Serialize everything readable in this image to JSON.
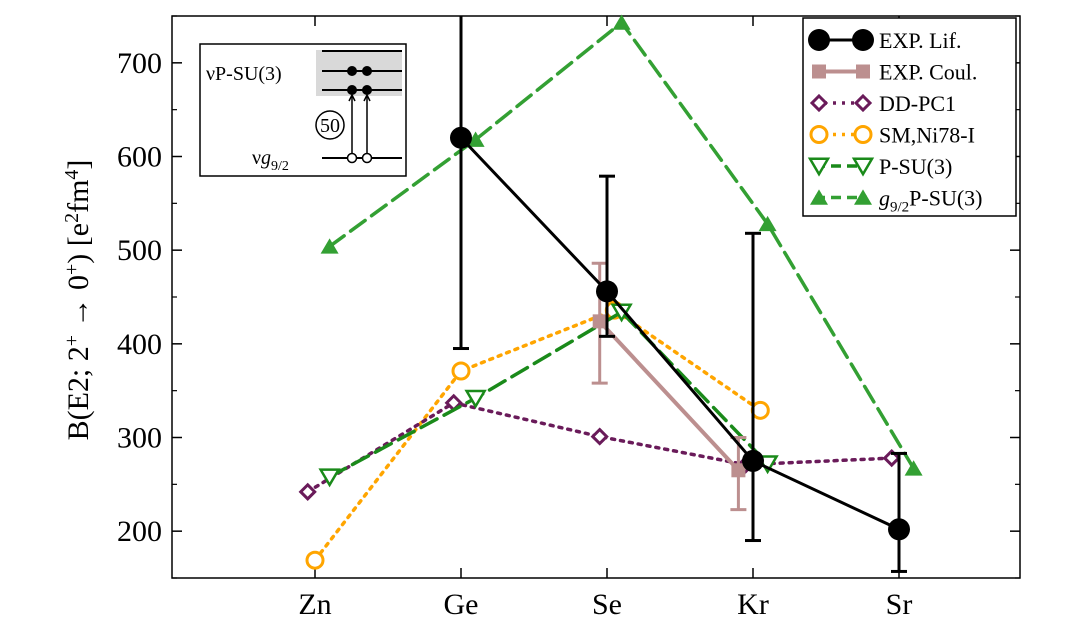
{
  "chart_data": {
    "type": "line",
    "title": "",
    "xlabel": "",
    "ylabel": {
      "base": "B(E2; 2",
      "sup1": "+",
      "arrow": " → 0",
      "sup2": "+",
      "mid": ") [e",
      "sup3": "2",
      "mid2": "fm",
      "sup4": "4",
      "end": "]"
    },
    "categories": [
      "Zn",
      "Ge",
      "Se",
      "Kr",
      "Sr"
    ],
    "ylim": [
      150,
      750
    ],
    "yticks": [
      200,
      300,
      400,
      500,
      600,
      700
    ],
    "grid": false,
    "legend_position": "top-right",
    "series": [
      {
        "name": "EXP. Lif.",
        "color": "#000000",
        "marker": "filled-circle",
        "line": "solid",
        "x": [
          1,
          2,
          3,
          4
        ],
        "y": [
          620,
          456,
          275,
          202
        ],
        "err_low": [
          395,
          408,
          190,
          157
        ],
        "err_high": [
          750,
          579,
          518,
          283
        ]
      },
      {
        "name": "EXP. Coul.",
        "color": "#bc8f8f",
        "marker": "filled-square",
        "line": "solid",
        "x": [
          1.95,
          2.9
        ],
        "y": [
          424,
          265
        ],
        "err_low": [
          358,
          223
        ],
        "err_high": [
          486,
          300
        ]
      },
      {
        "name": "DD-PC1",
        "color": "#6a1b5a",
        "marker": "open-diamond",
        "line": "dotted",
        "x": [
          -0.05,
          0.95,
          1.95,
          2.95,
          3.95
        ],
        "y": [
          242,
          337,
          301,
          271,
          278
        ]
      },
      {
        "name": "SM,Ni78-I",
        "color": "#ffa500",
        "marker": "open-circle",
        "line": "dotted",
        "x": [
          0,
          1,
          2.05,
          3.05
        ],
        "y": [
          169,
          371,
          436,
          329
        ]
      },
      {
        "name": "P-SU(3)",
        "color": "#1a8a1a",
        "marker": "open-triangle-down",
        "line": "dashed",
        "x": [
          0.1,
          1.1,
          2.1,
          3.1
        ],
        "y": [
          258,
          342,
          434,
          272
        ]
      },
      {
        "name": "g9/2P-SU(3)",
        "color": "#33a033",
        "marker": "filled-triangle-up",
        "line": "dashed",
        "x": [
          0.1,
          1.1,
          2.1,
          3.1,
          4.1
        ],
        "y": [
          504,
          618,
          743,
          528,
          267
        ]
      }
    ],
    "legend_entries": [
      {
        "text": "EXP. Lif."
      },
      {
        "text": "EXP. Coul."
      },
      {
        "text": "DD-PC1"
      },
      {
        "text": "SM,Ni78-I"
      },
      {
        "text": "P-SU(3)"
      },
      {
        "text_prefix": "g",
        "text_sub": "9/2",
        "text_suffix": "P-SU(3)"
      }
    ],
    "inset": {
      "label_top": "νP-SU(3)",
      "label_magic": "50",
      "label_bottom_prefix": "νg",
      "label_bottom_sub": "9/2"
    }
  }
}
